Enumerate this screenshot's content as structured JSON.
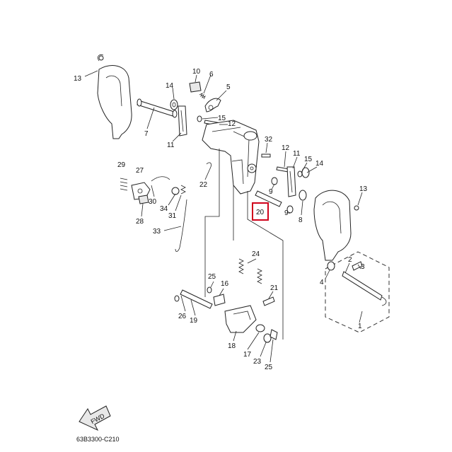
{
  "diagram": {
    "highlighted_part": "20",
    "highlight_color": "#d0021b",
    "diagram_code": "63B3300-C210",
    "direction_label": "FWD",
    "parts": [
      {
        "id": "p13a",
        "label": "13"
      },
      {
        "id": "p14a",
        "label": "14"
      },
      {
        "id": "p10",
        "label": "10"
      },
      {
        "id": "p6",
        "label": "6"
      },
      {
        "id": "p5",
        "label": "5"
      },
      {
        "id": "p7",
        "label": "7"
      },
      {
        "id": "p11a",
        "label": "11"
      },
      {
        "id": "p15a",
        "label": "15"
      },
      {
        "id": "p12a",
        "label": "12"
      },
      {
        "id": "p32",
        "label": "32"
      },
      {
        "id": "p12b",
        "label": "12"
      },
      {
        "id": "p11b",
        "label": "11"
      },
      {
        "id": "p15b",
        "label": "15"
      },
      {
        "id": "p14b",
        "label": "14"
      },
      {
        "id": "p29",
        "label": "29"
      },
      {
        "id": "p27",
        "label": "27"
      },
      {
        "id": "p22",
        "label": "22"
      },
      {
        "id": "p9a",
        "label": "9"
      },
      {
        "id": "p13b",
        "label": "13"
      },
      {
        "id": "p30",
        "label": "30"
      },
      {
        "id": "p34",
        "label": "34"
      },
      {
        "id": "p31",
        "label": "31"
      },
      {
        "id": "p28",
        "label": "28"
      },
      {
        "id": "p20",
        "label": "20"
      },
      {
        "id": "p9b",
        "label": "9"
      },
      {
        "id": "p8",
        "label": "8"
      },
      {
        "id": "p33",
        "label": "33"
      },
      {
        "id": "p24",
        "label": "24"
      },
      {
        "id": "p2",
        "label": "2"
      },
      {
        "id": "p3",
        "label": "3"
      },
      {
        "id": "p4",
        "label": "4"
      },
      {
        "id": "p25a",
        "label": "25"
      },
      {
        "id": "p16",
        "label": "16"
      },
      {
        "id": "p21",
        "label": "21"
      },
      {
        "id": "p26",
        "label": "26"
      },
      {
        "id": "p19",
        "label": "19"
      },
      {
        "id": "p1",
        "label": "1"
      },
      {
        "id": "p18",
        "label": "18"
      },
      {
        "id": "p17",
        "label": "17"
      },
      {
        "id": "p23",
        "label": "23"
      },
      {
        "id": "p25b",
        "label": "25"
      }
    ]
  }
}
